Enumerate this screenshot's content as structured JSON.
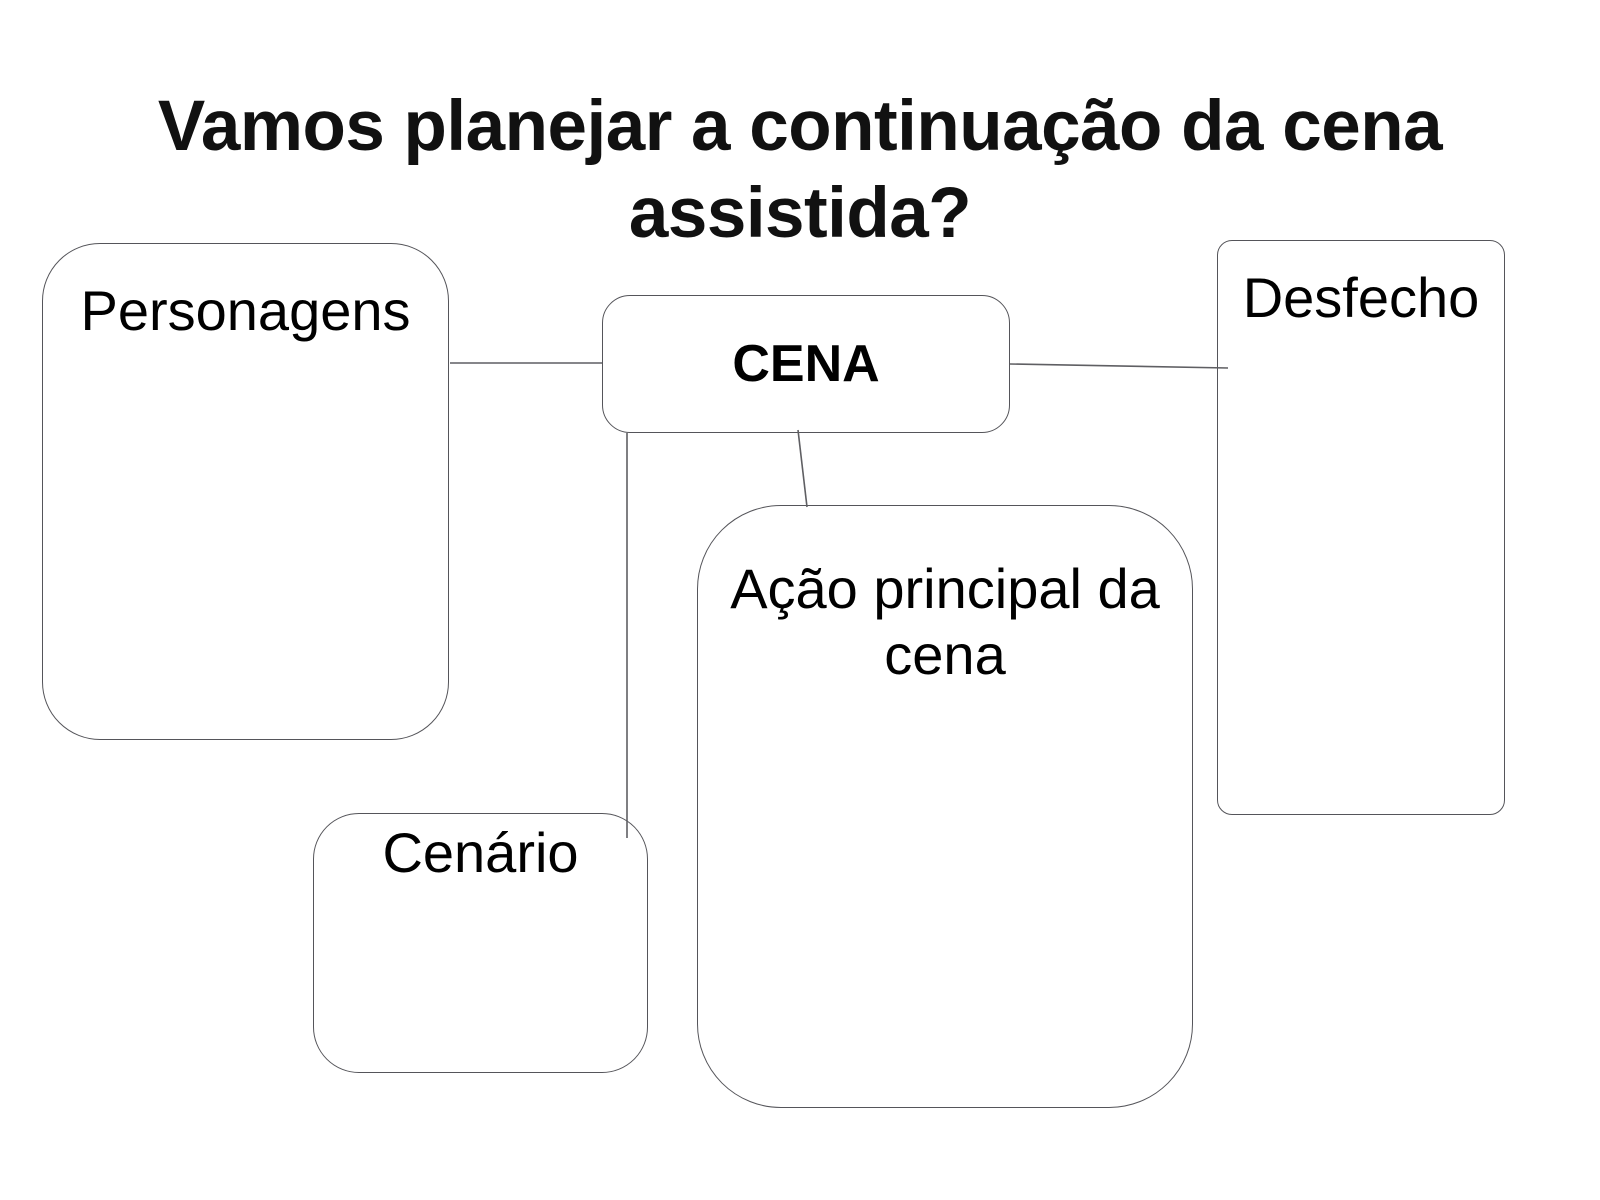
{
  "title": "Vamos planejar a continuação da cena assistida?",
  "nodes": {
    "personagens": {
      "label": "Personagens"
    },
    "cena": {
      "label": "CENA"
    },
    "desfecho": {
      "label": "Desfecho"
    },
    "cenario": {
      "label": "Cenário"
    },
    "acao": {
      "label": "Ação principal da cena"
    }
  },
  "colors": {
    "background": "#ffffff",
    "box_border": "#55555a",
    "connector": "#5f5f63",
    "title_text": "#111111",
    "label_text": "#000000"
  }
}
